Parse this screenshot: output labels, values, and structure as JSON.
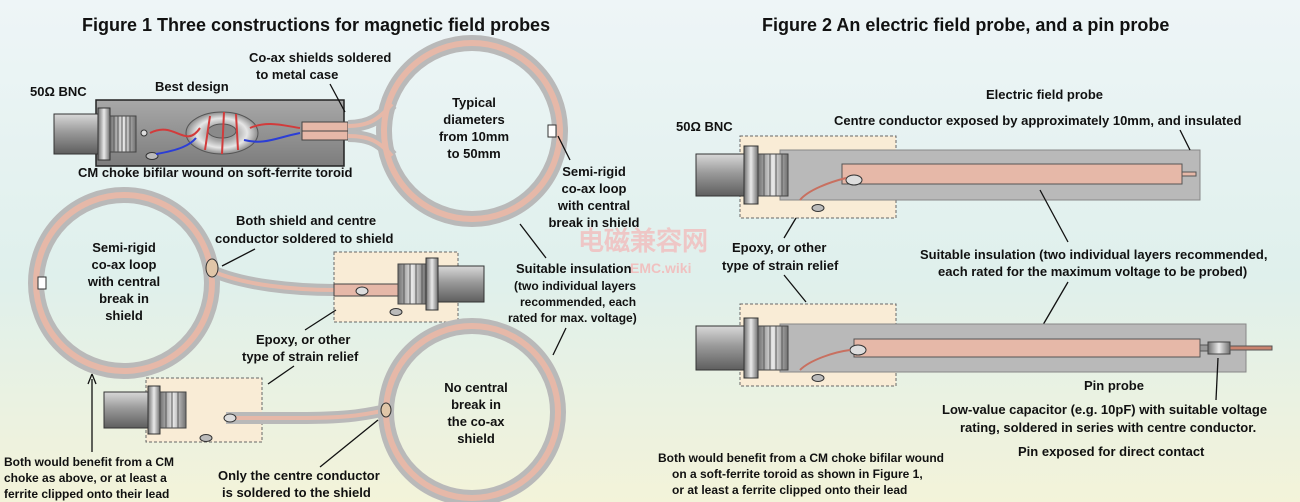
{
  "figure1": {
    "title": "Figure 1    Three constructions for magnetic field probes",
    "bnc": "50Ω BNC",
    "best_design": "Best design",
    "shields_soldered": [
      "Co-ax shields soldered",
      "to metal case"
    ],
    "typical_diameters": [
      "Typical",
      "diameters",
      "from 10mm",
      "to 50mm"
    ],
    "semi_rigid_right": [
      "Semi-rigid",
      "co-ax loop",
      "with central",
      "break in shield"
    ],
    "cm_choke": "CM choke bifilar wound on soft-ferrite toroid",
    "both_shield": [
      "Both shield and centre",
      "conductor soldered to shield"
    ],
    "semi_rigid_left": [
      "Semi-rigid",
      "co-ax loop",
      "with central",
      "break in",
      "shield"
    ],
    "suitable_insulation": [
      "Suitable insulation",
      "(two individual layers",
      "recommended, each",
      "rated for max. voltage)"
    ],
    "epoxy": [
      "Epoxy, or other",
      "type of strain relief"
    ],
    "no_central_break": [
      "No central",
      "break in",
      "the co-ax",
      "shield"
    ],
    "both_benefit": [
      "Both would benefit from a CM",
      "choke as above, or at least a",
      "ferrite clipped onto their lead"
    ],
    "only_centre": [
      "Only the centre conductor",
      "is soldered to the shield"
    ]
  },
  "figure2": {
    "title": "Figure 2    An electric field probe, and a pin probe",
    "electric_probe": "Electric field probe",
    "bnc": "50Ω BNC",
    "centre_exposed": "Centre conductor exposed by approximately 10mm, and insulated",
    "epoxy": [
      "Epoxy, or other",
      "type of strain relief"
    ],
    "suitable_insulation": [
      "Suitable insulation (two individual layers recommended,",
      "each rated for the maximum voltage to be probed)"
    ],
    "pin_probe": "Pin probe",
    "capacitor": [
      "Low-value capacitor (e.g. 10pF) with suitable voltage",
      "rating, soldered in series with centre conductor."
    ],
    "both_benefit": [
      "Both would benefit from a CM choke bifilar wound",
      "on a soft-ferrite toroid as shown in Figure 1,",
      "or at least a ferrite clipped onto their lead"
    ],
    "pin_exposed": "Pin exposed for direct contact"
  },
  "watermark": {
    "line1": "电磁兼容网",
    "line2": "EMC.wiki"
  },
  "colors": {
    "coax_outer": "#b9b9b9",
    "coax_inner": "#e6b8a8",
    "epoxy": "#f9ecd6",
    "case": "#8f8f8f"
  }
}
